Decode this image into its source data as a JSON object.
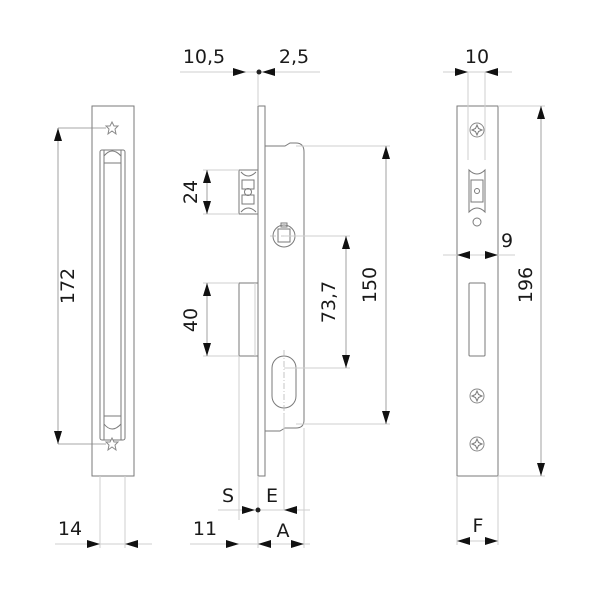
{
  "drawing": {
    "title": "Mortise lock technical drawing",
    "line_color": "#7a7a7a",
    "text_color": "#1a1a1a",
    "views": {
      "strike_plate_front": {
        "dimensions": {
          "height": "172",
          "width": "14"
        }
      },
      "lock_side": {
        "dimensions": {
          "top_left": "10,5",
          "top_right": "2,5",
          "latch_height": "24",
          "bolt_height": "40",
          "spindle_to_cylinder": "73,7",
          "case_height": "150",
          "backset_label_s": "S",
          "backset_label_e": "E",
          "bottom_left": "11",
          "bottom_right_label_a": "A"
        }
      },
      "faceplate_front": {
        "dimensions": {
          "top_width": "10",
          "mid_width": "9",
          "height": "196",
          "bottom_label_f": "F"
        }
      }
    }
  }
}
